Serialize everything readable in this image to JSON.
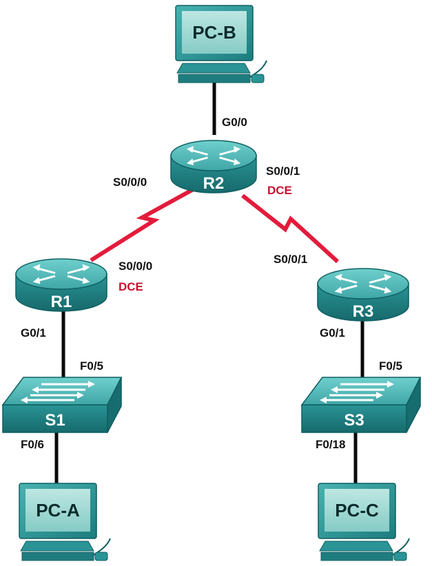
{
  "colors": {
    "ethernet": "#0a0a0a",
    "serial": "#e31b3b",
    "dce": "#c8102e",
    "device_dark": "#1f8a8c",
    "device_light": "#5ec4c2",
    "screen": "#a7ddd8"
  },
  "devices": {
    "pc_b": {
      "label": "PC-B",
      "icon": "pc-icon"
    },
    "r2": {
      "label": "R2",
      "icon": "router-icon"
    },
    "r1": {
      "label": "R1",
      "icon": "router-icon"
    },
    "r3": {
      "label": "R3",
      "icon": "router-icon"
    },
    "s1": {
      "label": "S1",
      "icon": "switch-icon"
    },
    "s3": {
      "label": "S3",
      "icon": "switch-icon"
    },
    "pc_a": {
      "label": "PC-A",
      "icon": "pc-icon"
    },
    "pc_c": {
      "label": "PC-C",
      "icon": "pc-icon"
    }
  },
  "interfaces": {
    "r2_g00": "G0/0",
    "r2_s000": "S0/0/0",
    "r2_s001": "S0/0/1",
    "r2_dce": "DCE",
    "r1_s000": "S0/0/0",
    "r1_dce": "DCE",
    "r1_g01": "G0/1",
    "r3_s001": "S0/0/1",
    "r3_g01": "G0/1",
    "s1_f05": "F0/5",
    "s1_f06": "F0/6",
    "s3_f05": "F0/5",
    "s3_f018": "F0/18"
  }
}
